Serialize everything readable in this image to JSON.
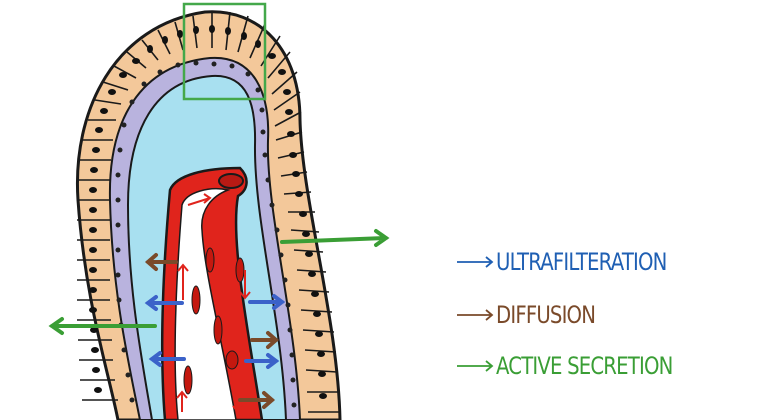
{
  "legend": {
    "ultrafiltration": {
      "label": "ULTRAFILTERATION",
      "color": "#1f5fb3"
    },
    "diffusion": {
      "label": "DIFFUSION",
      "color": "#7a4a2a"
    },
    "active_secretion": {
      "label": "ACTIVE SECRETION",
      "color": "#3a9e35"
    }
  },
  "colors": {
    "epithelium": "#f3c89a",
    "basal_layer": "#b9b3de",
    "lumen": "#a8e0f0",
    "capillary": "#e0241c",
    "arrow_blue": "#3b62c9",
    "arrow_brown": "#7a4a2a",
    "arrow_green": "#3a9e35",
    "highlight_box": "#44a84a"
  },
  "icons": [
    "ultrafiltration-arrow-icon",
    "diffusion-arrow-icon",
    "active-secretion-arrow-icon"
  ]
}
